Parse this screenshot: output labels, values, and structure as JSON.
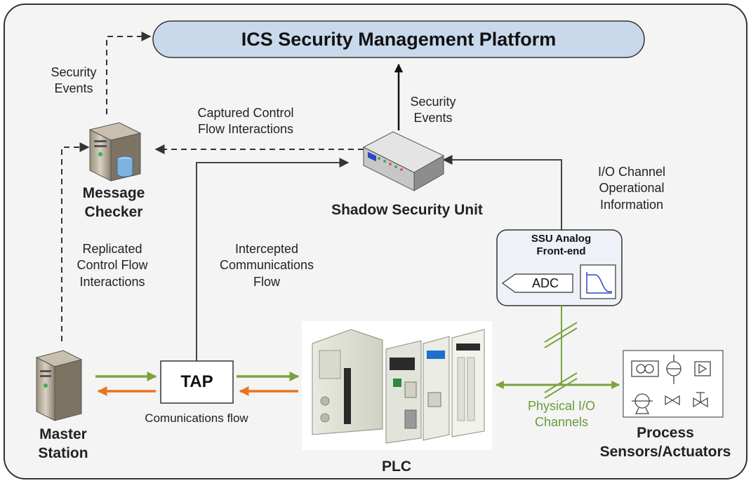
{
  "platform": {
    "title": "ICS Security Management Platform"
  },
  "nodes": {
    "message_checker": "Message\nChecker",
    "shadow_security_unit": "Shadow Security Unit",
    "master_station": "Master\nStation",
    "tap": "TAP",
    "plc": "PLC",
    "process": "Process\nSensors/Actuators",
    "ssu_front_end": "SSU Analog\nFront-end",
    "adc": "ADC"
  },
  "flows": {
    "security_events_left": "Security\nEvents",
    "security_events_center": "Security\nEvents",
    "captured": "Captured Control\nFlow Interactions",
    "replicated": "Replicated\nControl Flow\nInteractions",
    "intercepted": "Intercepted\nCommunications\nFlow",
    "io_channel": "I/O Channel\nOperational\nInformation",
    "communications": "Comunications flow",
    "physical_io": "Physical I/O\nChannels"
  },
  "colors": {
    "platform_fill": "#c9d9ec",
    "forward_arrow": "#7aa33f",
    "return_arrow": "#e8741f",
    "physical_io": "#7aa33f",
    "connector": "#444444",
    "background": "#f4f4f4"
  }
}
